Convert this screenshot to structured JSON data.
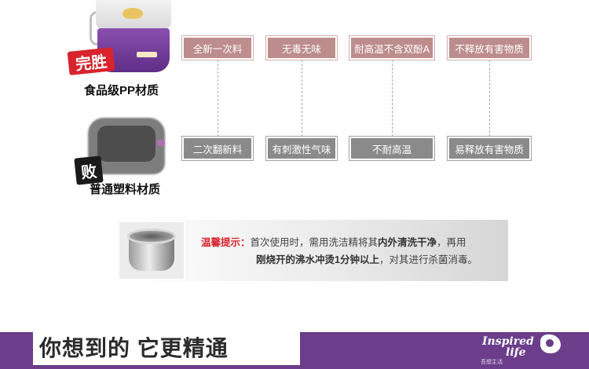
{
  "good": {
    "badge": "完胜",
    "caption": "食品级PP材质",
    "features": [
      "全新一次料",
      "无毒无味",
      "耐高温不含双酚A",
      "不释放有害物质"
    ]
  },
  "bad": {
    "badge": "败",
    "caption": "普通塑料材质",
    "features": [
      "二次翻新料",
      "有刺激性气味",
      "不耐高温",
      "易释放有害物质"
    ]
  },
  "tip": {
    "label": "温馨提示：",
    "text1": "首次使用时，需用洗洁精将其",
    "bold1": "内外清洗干净",
    "text2": "，再用",
    "bold2": "刚烧开的沸水冲烫1分钟以上",
    "text3": "，对其进行杀菌消毒。"
  },
  "footer": {
    "slogan": "你想到的  它更精通",
    "logo_line1": "Inspired",
    "logo_line2": "life",
    "logo_sub": "吾想主活",
    "accent": "#6b3d8a"
  },
  "icons": [
    "lunch-box-purple",
    "lunch-box-grey",
    "steel-pot",
    "logo-icon"
  ]
}
